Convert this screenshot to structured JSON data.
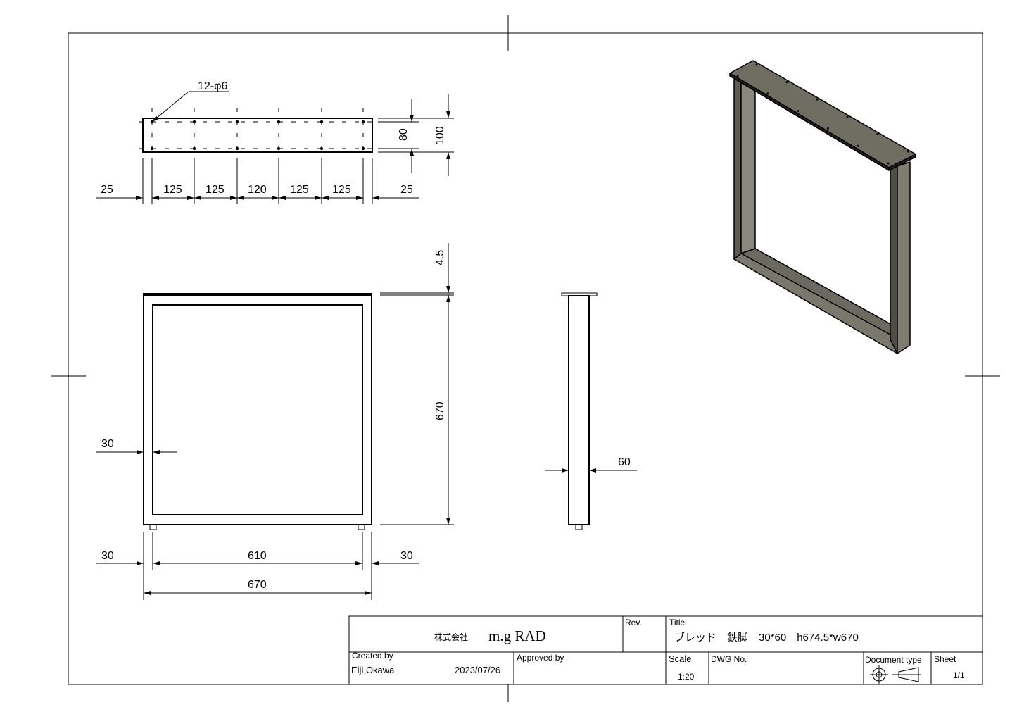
{
  "drawing": {
    "top_view": {
      "hole_callout": "12-φ6",
      "horizontal_dims": [
        "25",
        "125",
        "125",
        "120",
        "125",
        "125",
        "25"
      ],
      "hole_spacing_label": "80",
      "plate_width_label": "100"
    },
    "front_view": {
      "plate_thickness_label": "4.5",
      "height_label": "670",
      "tube_width_left_label": "30",
      "bottom_dims": [
        "30",
        "610",
        "30"
      ],
      "overall_width_label": "670"
    },
    "side_view": {
      "depth_label": "60"
    },
    "colors": {
      "steel": "#706d63",
      "steel_dark": "#4f4d46",
      "steel_light": "#8a877c"
    }
  },
  "title_block": {
    "company_prefix": "株式会社",
    "company_name": "m.g RAD",
    "rev_label": "Rev.",
    "title_label": "Title",
    "title_value": "ブレッド　鉄脚　30*60　h674.5*w670",
    "created_by_label": "Created by",
    "created_by_value": "Eiji Okawa",
    "date": "2023/07/26",
    "approved_by_label": "Approved by",
    "scale_label": "Scale",
    "scale_value": "1:20",
    "dwg_no_label": "DWG No.",
    "doc_type_label": "Document type",
    "sheet_label": "Sheet",
    "sheet_value": "1/1"
  }
}
